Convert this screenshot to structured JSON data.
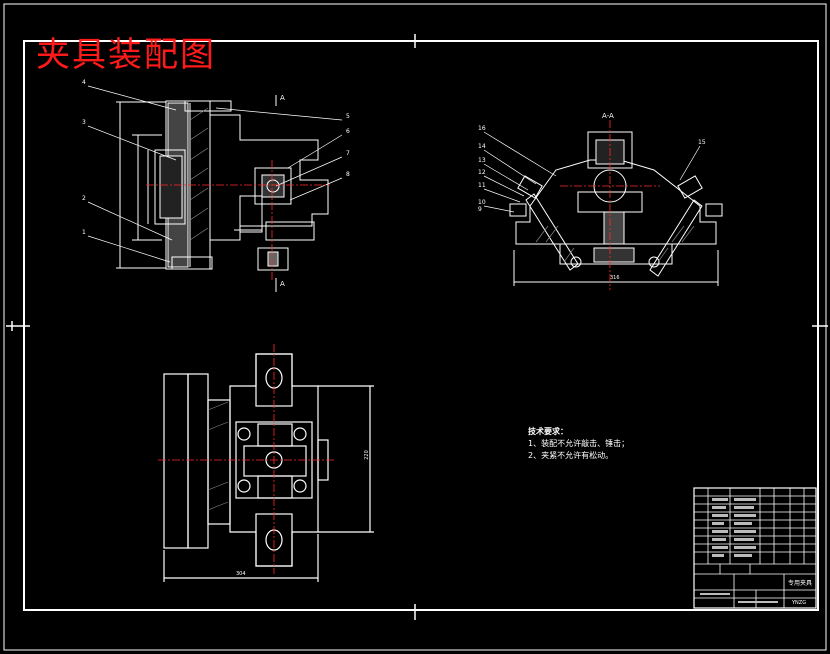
{
  "drawing": {
    "title": "夹具装配图",
    "section_label": "A-A",
    "view_marker_top": "A",
    "view_marker_bottom": "A"
  },
  "balloons_left": [
    "4",
    "3",
    "2",
    "1",
    "5",
    "6",
    "7",
    "8"
  ],
  "balloons_right": [
    "16",
    "15",
    "14",
    "13",
    "12",
    "11",
    "10",
    "9"
  ],
  "dimensions": {
    "bottom_width": "304",
    "right_height": "220",
    "section_width": "316"
  },
  "tech_notes": {
    "heading": "技术要求：",
    "lines": [
      "1、装配不允许敲击、锤击；",
      "2、夹紧不允许有松动。"
    ]
  },
  "title_block": {
    "name": "专用夹具",
    "code": "YNZG"
  },
  "colors": {
    "background": "#000000",
    "lines": "#ffffff",
    "title": "#ff1a1a",
    "centerline": "#ff2a2a"
  }
}
